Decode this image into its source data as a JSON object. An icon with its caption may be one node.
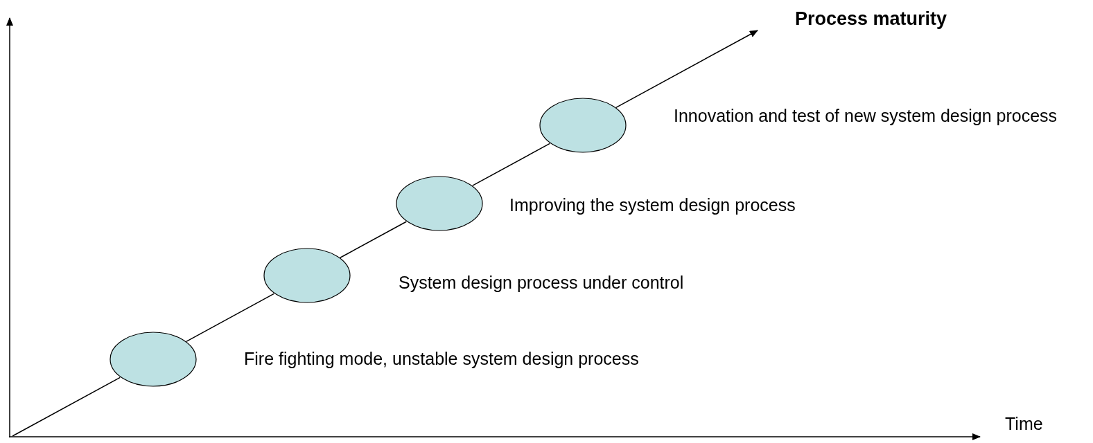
{
  "diagram": {
    "nodes": [
      {
        "text": [],
        "shape": "ellipse",
        "beside": [
          "Fire fighting mode, unstable system design process"
        ]
      },
      {
        "text": [],
        "shape": "ellipse",
        "beside": [
          "System design process under control"
        ]
      },
      {
        "text": [],
        "shape": "ellipse",
        "beside": [
          "Improving the system design process"
        ]
      },
      {
        "text": [],
        "shape": "ellipse",
        "beside": [
          "Innovation and test of new system design process"
        ]
      }
    ],
    "edges": [
      {
        "from": null,
        "to": 0,
        "arrow": "none"
      },
      {
        "from": 0,
        "to": 1,
        "arrow": "none"
      },
      {
        "from": 1,
        "to": 2,
        "arrow": "none"
      },
      {
        "from": 2,
        "to": 3,
        "arrow": "none"
      },
      {
        "from": 3,
        "to": null,
        "arrow": "to"
      }
    ],
    "labels": [
      "Process maturity",
      "Time"
    ]
  }
}
